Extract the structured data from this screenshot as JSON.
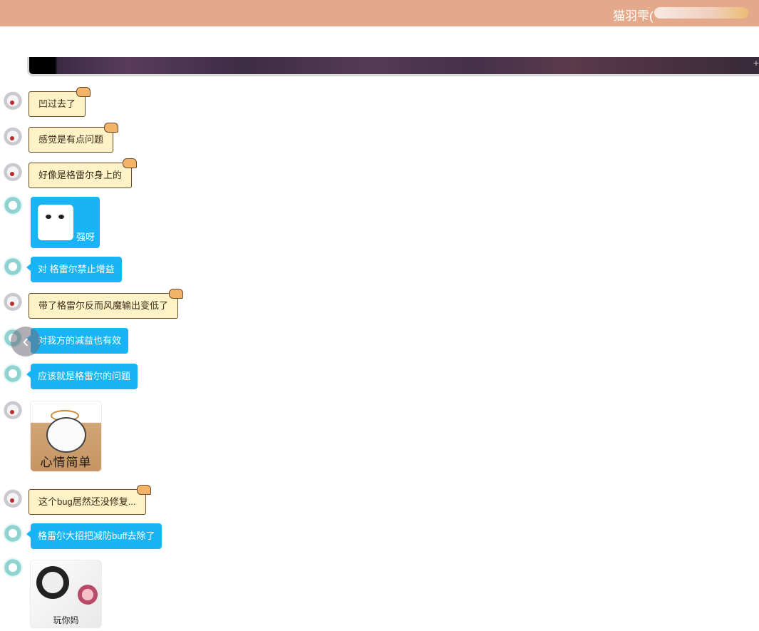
{
  "header": {
    "title": "猫羽雫("
  },
  "messages": [
    {
      "kind": "text",
      "style": "cat",
      "sender": "cat",
      "text": "凹过去了"
    },
    {
      "kind": "text",
      "style": "cat",
      "sender": "cat",
      "text": "感觉是有点问题"
    },
    {
      "kind": "text",
      "style": "cat",
      "sender": "cat",
      "text": "好像是格雷尔身上的"
    },
    {
      "kind": "sticker",
      "style": "blue",
      "sender": "teal",
      "caption": "强呀"
    },
    {
      "kind": "text",
      "style": "blue",
      "sender": "teal",
      "text": "对 格雷尔禁止增益"
    },
    {
      "kind": "text",
      "style": "cat",
      "sender": "cat",
      "text": "带了格雷尔反而风魔输出变低了"
    },
    {
      "kind": "text",
      "style": "blue",
      "sender": "teal",
      "text": "对我方的减益也有效"
    },
    {
      "kind": "text",
      "style": "blue",
      "sender": "teal",
      "text": "应该就是格雷尔的问题"
    },
    {
      "kind": "image",
      "sender": "cat",
      "caption": "心情简单"
    },
    {
      "kind": "text",
      "style": "cat",
      "sender": "cat",
      "text": "这个bug居然还没修复..."
    },
    {
      "kind": "text",
      "style": "blue",
      "sender": "teal",
      "text": "格雷尔大招把减防buff去除了"
    },
    {
      "kind": "image",
      "sender": "teal",
      "caption": "玩你妈"
    }
  ],
  "controls": {
    "back_icon": "chevron-left-icon",
    "back_glyph": "‹"
  },
  "colors": {
    "header": "#e3a98a",
    "blue_bubble": "#19b4f5",
    "cat_bubble": "#fff2c6"
  }
}
